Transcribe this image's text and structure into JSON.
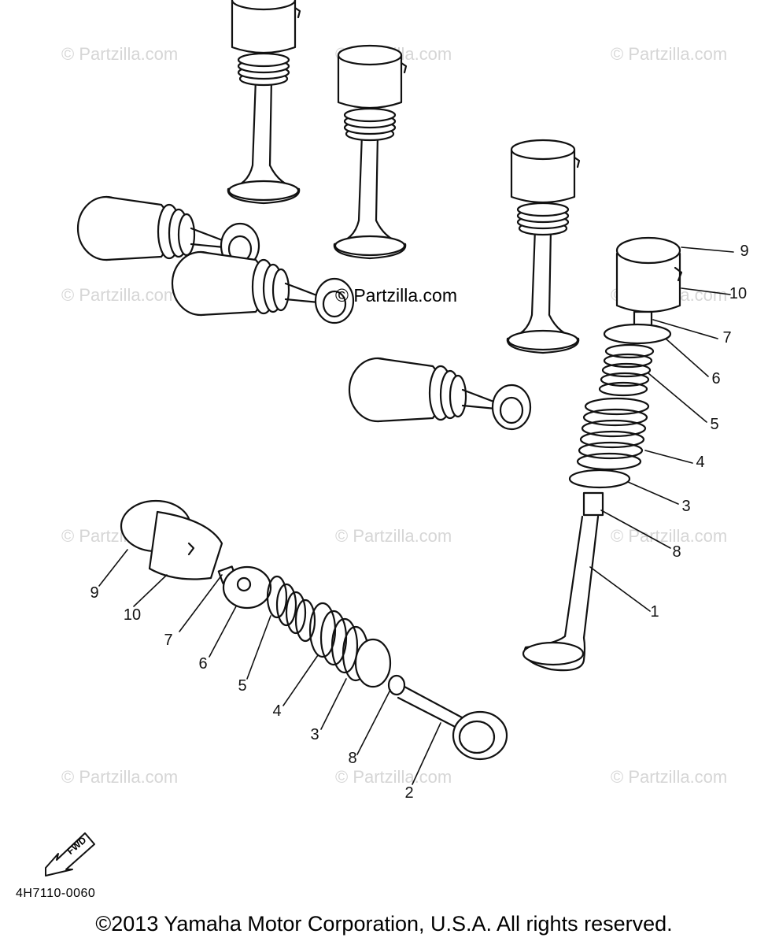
{
  "watermarks": {
    "text": "© Partzilla.com",
    "center_text": "© Partzilla.com"
  },
  "callouts": {
    "intake": [
      "9",
      "10",
      "7",
      "6",
      "5",
      "4",
      "3",
      "8",
      "2"
    ],
    "exhaust": [
      "9",
      "10",
      "7",
      "6",
      "5",
      "4",
      "3",
      "8",
      "1"
    ]
  },
  "front_marker": "FWD",
  "diagram_code": "4H7110-0060",
  "copyright": "©2013 Yamaha Motor Corporation, U.S.A. All rights reserved."
}
